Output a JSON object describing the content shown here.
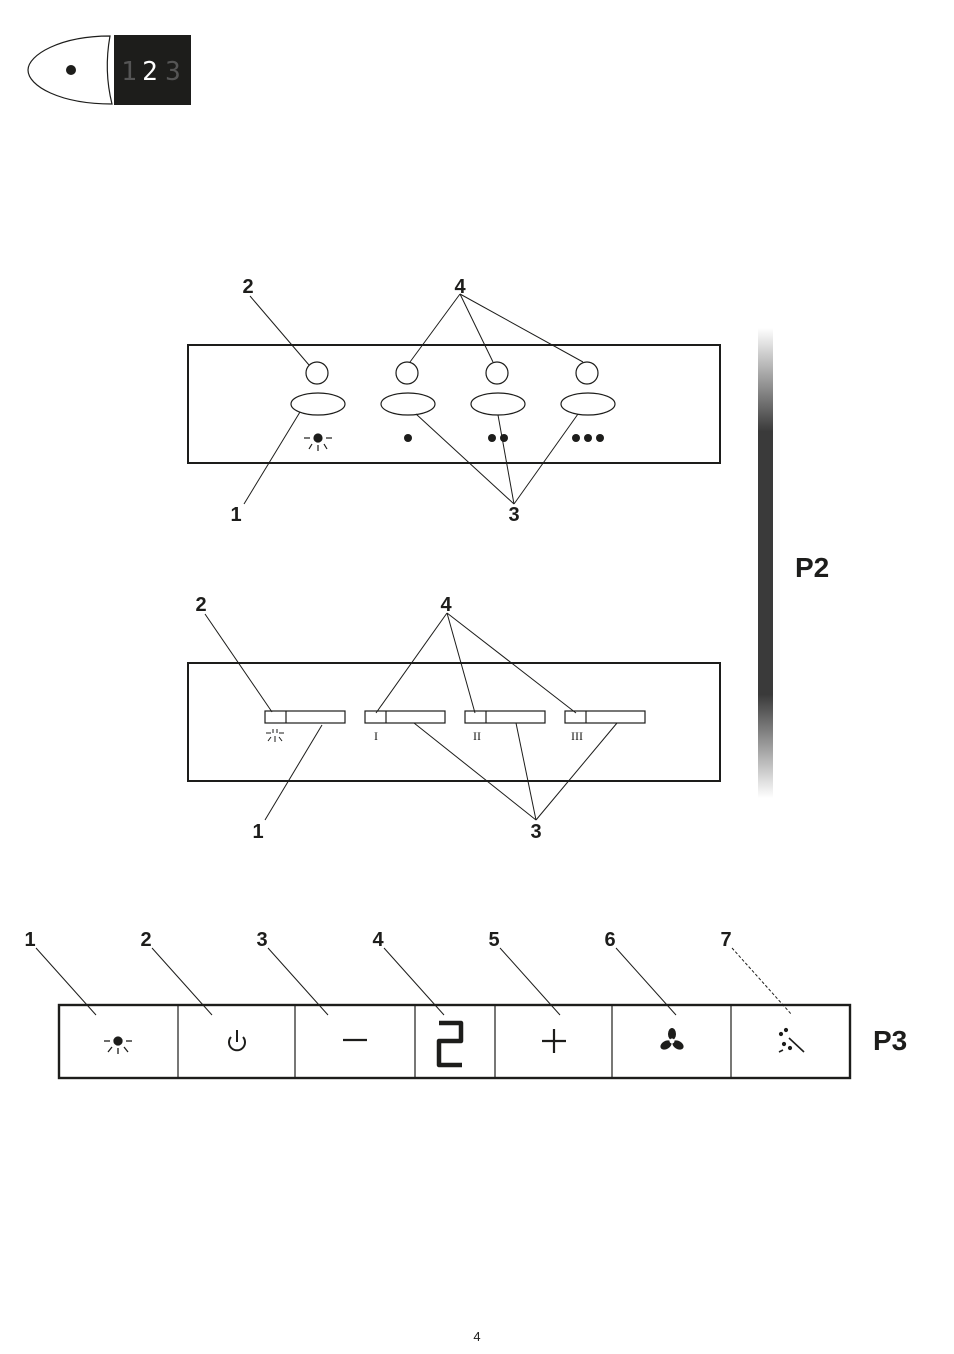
{
  "remote": {
    "digits": [
      "1",
      "2",
      "3"
    ],
    "active_digit": "2"
  },
  "p2": {
    "label": "P2",
    "panel_a": {
      "callouts": [
        "1",
        "2",
        "3",
        "4"
      ]
    },
    "panel_b": {
      "callouts": [
        "1",
        "2",
        "3",
        "4"
      ],
      "speed_marks": [
        "I",
        "II",
        "III"
      ]
    }
  },
  "p3": {
    "label": "P3",
    "callouts": [
      "1",
      "2",
      "3",
      "4",
      "5",
      "6",
      "7"
    ],
    "display_digit": "2"
  },
  "page_number": "4",
  "icons": [
    "light-icon",
    "power-icon",
    "minus-icon",
    "seven-segment-display",
    "plus-icon",
    "fan-icon",
    "filter-clean-icon",
    "speed-dot-icon"
  ]
}
